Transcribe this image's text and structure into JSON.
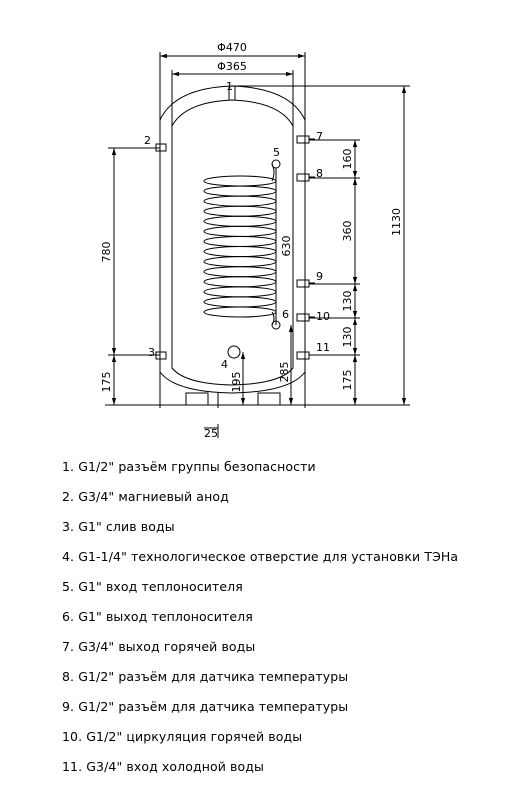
{
  "drawing": {
    "dims": {
      "outer_diameter": "Φ470",
      "inner_diameter": "Φ365",
      "total_height": "1130",
      "d780": "780",
      "d175_left": "175",
      "d195": "195",
      "d285": "285",
      "d630": "630",
      "d25": "25",
      "d160": "160",
      "d360": "360",
      "d130_a": "130",
      "d130_b": "130",
      "d175_right": "175"
    },
    "markers": [
      "1",
      "2",
      "3",
      "4",
      "5",
      "6",
      "7",
      "8",
      "9",
      "10",
      "11"
    ]
  },
  "legend": [
    "1. G1/2\" разъём группы безопасности",
    "2. G3/4\" магниевый анод",
    "3. G1\" слив воды",
    "4. G1-1/4\" технологическое отверстие для установки ТЭНа",
    "5. G1\" вход теплоносителя",
    "6. G1\" выход теплоносителя",
    "7. G3/4\" выход горячей воды",
    "8. G1/2\" разъём для датчика температуры",
    "9. G1/2\" разъём для датчика температуры",
    "10. G1/2\" циркуляция горячей воды",
    "11. G3/4\" вход холодной воды"
  ]
}
